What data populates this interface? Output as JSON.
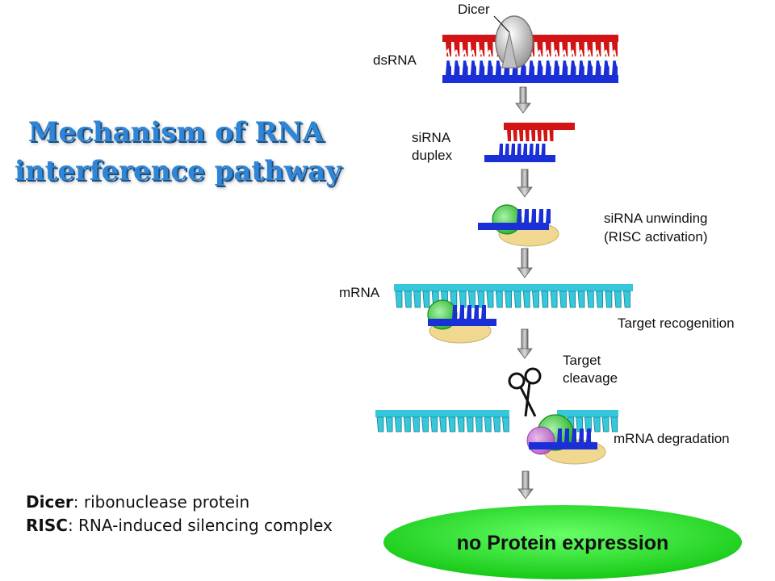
{
  "title": {
    "line1": "Mechanism of RNA",
    "line2": "interference pathway"
  },
  "diagram": {
    "dicer": "Dicer",
    "dsrna": "dsRNA",
    "sirna_line1": "siRNA",
    "sirna_line2": "duplex",
    "unwinding_line1": "siRNA unwinding",
    "unwinding_line2": "(RISC activation)",
    "mrna": "mRNA",
    "target_recognition": "Target recogenition",
    "cleavage_line1": "Target",
    "cleavage_line2": "cleavage",
    "degradation": "mRNA degradation",
    "no_protein": "no Protein expression"
  },
  "glossary": [
    {
      "term": "Dicer",
      "definition": ": ribonuclease protein"
    },
    {
      "term": "RISC",
      "definition": ": RNA-induced silencing complex"
    }
  ],
  "colors": {
    "red_strand": "#d21414",
    "blue_strand": "#1a2fd6",
    "mrna": "#35c8dc",
    "risc": "#f0d890",
    "green_protein": "#3ccf3c",
    "title": "#2f86d6"
  }
}
